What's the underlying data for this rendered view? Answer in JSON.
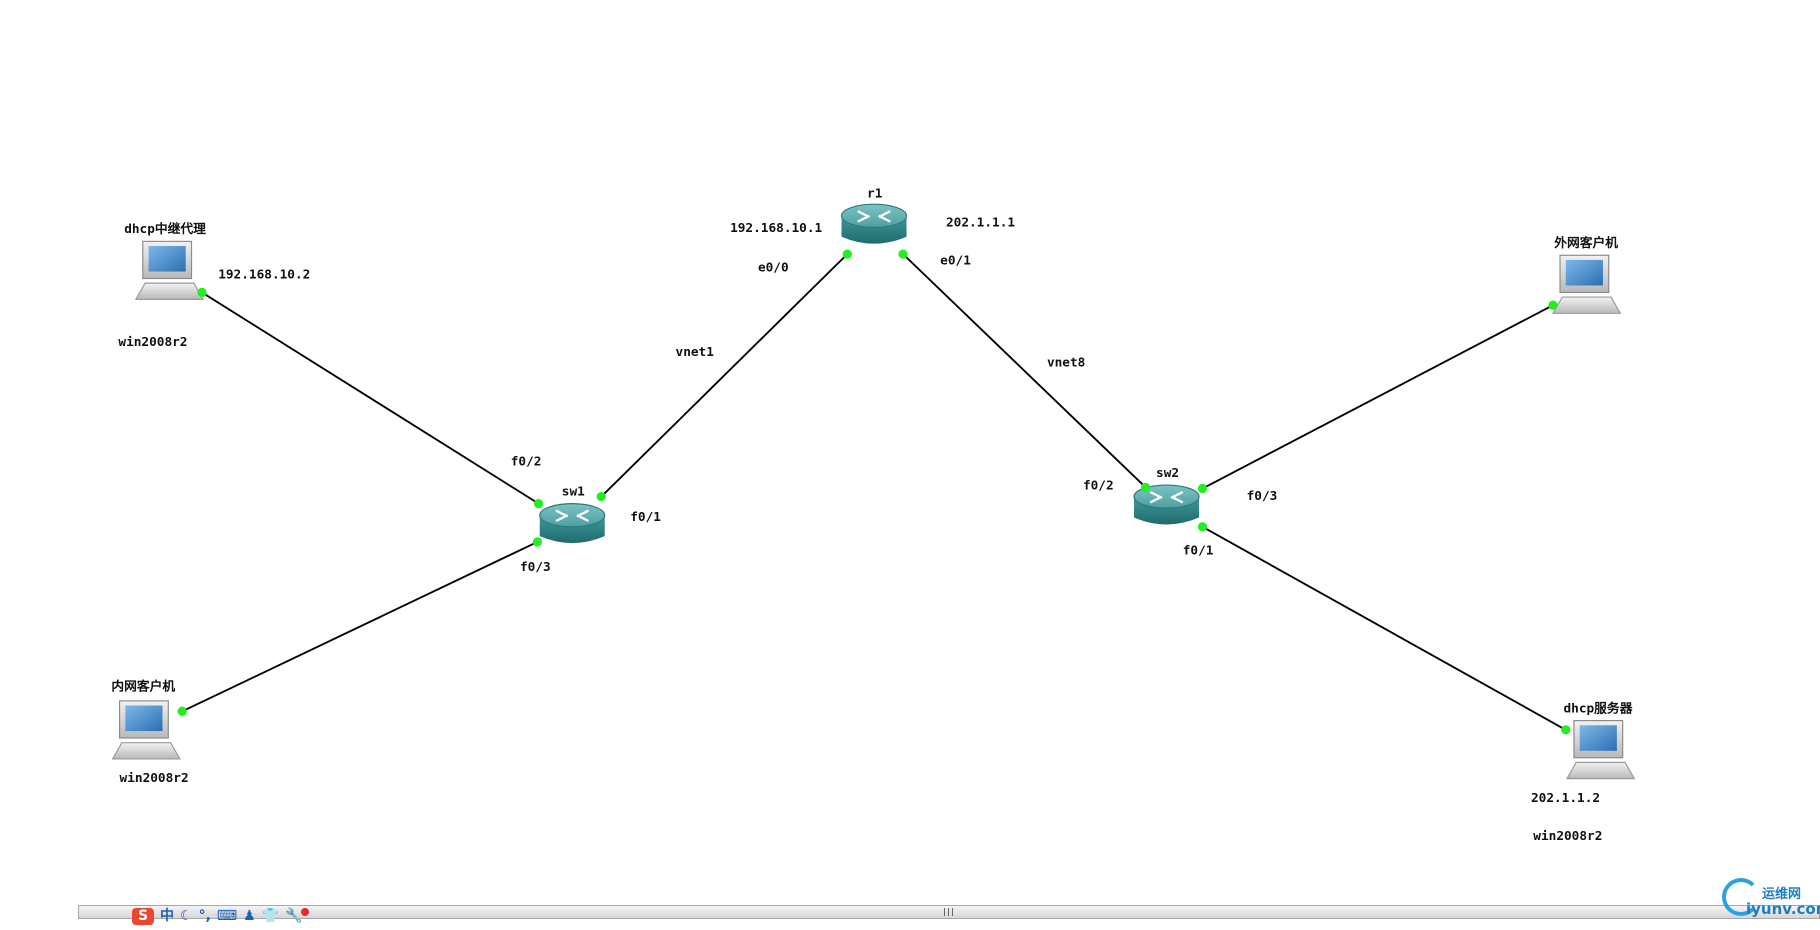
{
  "nodes": {
    "r1": {
      "name": "r1",
      "type": "router"
    },
    "sw1": {
      "name": "sw1",
      "type": "switch"
    },
    "sw2": {
      "name": "sw2",
      "type": "switch"
    },
    "relay": {
      "name": "dhcp中继代理",
      "os": "win2008r2",
      "ip": "192.168.10.2",
      "type": "pc"
    },
    "inner_client": {
      "name": "内网客户机",
      "os": "win2008r2",
      "type": "pc"
    },
    "outer_client": {
      "name": "外网客户机",
      "type": "pc"
    },
    "dhcp_server": {
      "name": "dhcp服务器",
      "os": "win2008r2",
      "ip": "202.1.1.2",
      "type": "pc"
    }
  },
  "labels": {
    "r1_left_ip": "192.168.10.1",
    "r1_right_ip": "202.1.1.1",
    "r1_e0_0": "e0/0",
    "r1_e0_1": "e0/1",
    "vnet1": "vnet1",
    "vnet8": "vnet8",
    "sw1_f0_2": "f0/2",
    "sw1_f0_1": "f0/1",
    "sw1_f0_3": "f0/3",
    "sw2_f0_2": "f0/2",
    "sw2_f0_3": "f0/3",
    "sw2_f0_1": "f0/1"
  },
  "links": [
    {
      "from": "relay",
      "to": "sw1"
    },
    {
      "from": "inner_client",
      "to": "sw1"
    },
    {
      "from": "sw1",
      "to": "r1"
    },
    {
      "from": "r1",
      "to": "sw2"
    },
    {
      "from": "sw2",
      "to": "outer_client"
    },
    {
      "from": "sw2",
      "to": "dhcp_server"
    }
  ],
  "colors": {
    "link": "#000000",
    "port_dot": "#22ee22",
    "router_body": "#2f8a8c",
    "router_top": "#5aa9ab",
    "pc_screen": "#3b83c4"
  },
  "toolbar": {
    "ime_logo": "S",
    "ime_mode": "中",
    "ime_items": [
      "☾",
      "°,",
      "⌨",
      "♟",
      "👕",
      "🔧"
    ]
  },
  "watermark": {
    "cn": "运维网",
    "url": "iyunv.com"
  }
}
